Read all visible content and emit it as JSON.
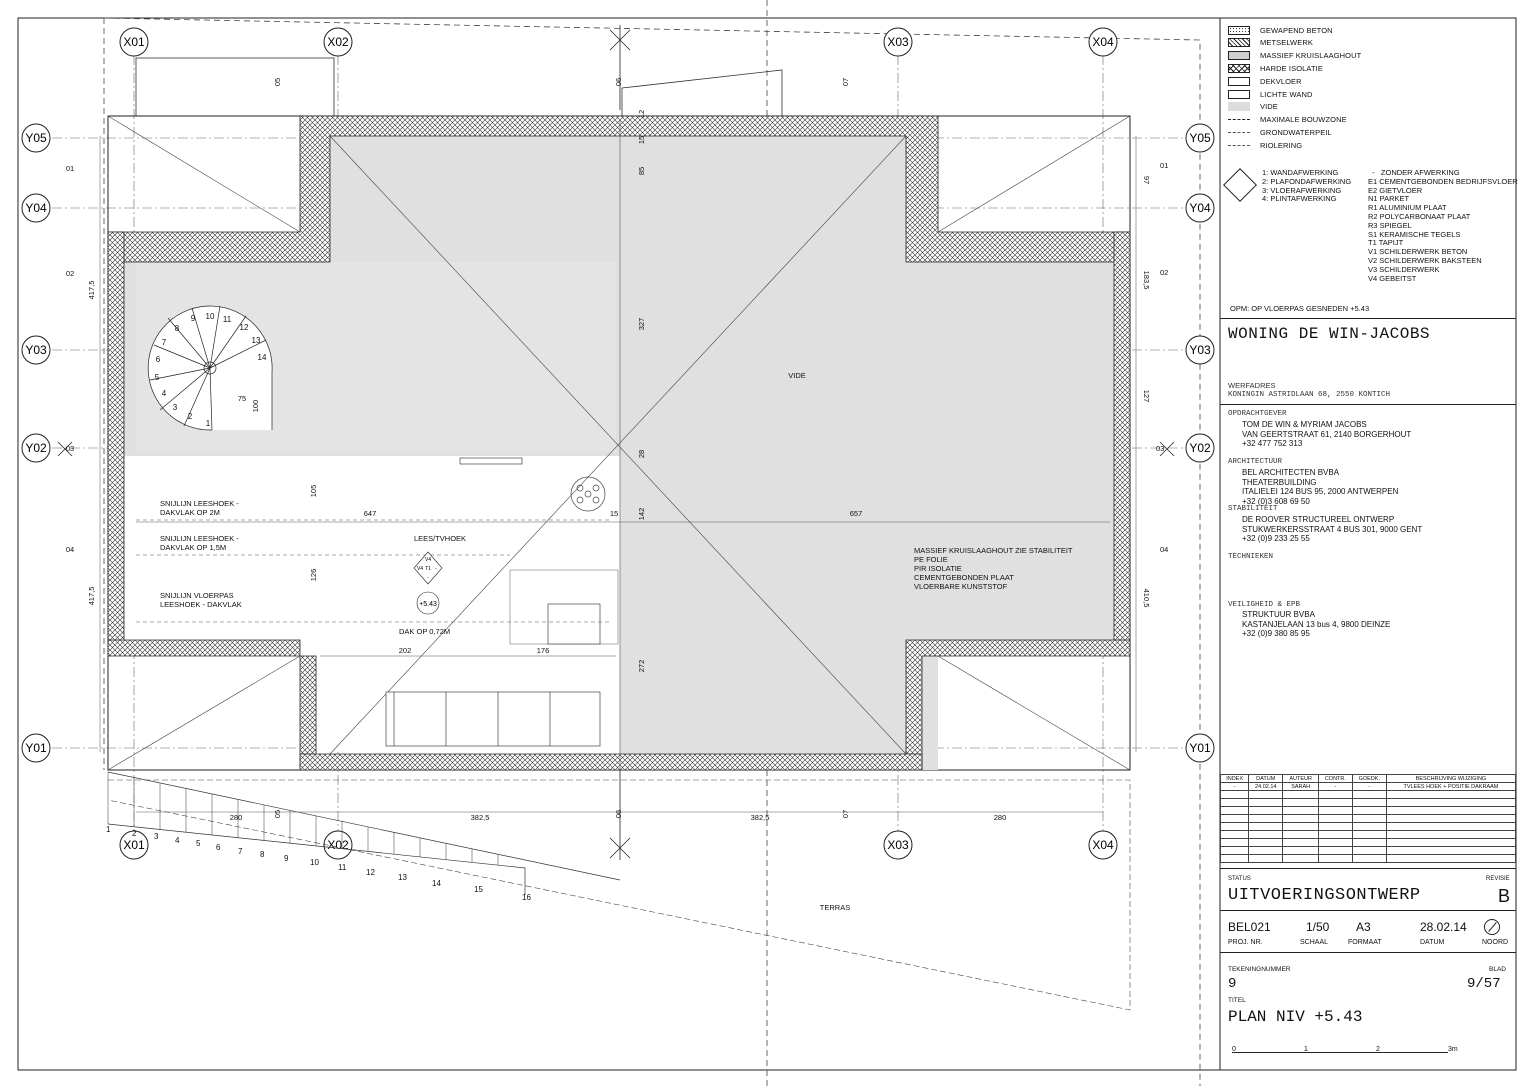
{
  "drawing": {
    "grid_x": [
      "X01",
      "X02",
      "X03",
      "X04"
    ],
    "grid_y": [
      "Y05",
      "Y04",
      "Y03",
      "Y02",
      "Y01"
    ],
    "rooms": {
      "vide": "VIDE",
      "lees_tvhoek": "LEES/TVHOEK",
      "terras": "TERRAS"
    },
    "notes": {
      "cut1": "SNIJLIJN  LEESHOEK -\nDAKVLAK OP 2M",
      "cut2": "SNIJLIJN  LEESHOEK -\nDAKVLAK OP 1,5M",
      "cut3": "SNIJLIJN VLOERPAS\nLEESHOEK - DAKVLAK",
      "dak": "DAK OP 0,72M",
      "level": "+5.43",
      "build_up": "MASSIEF KRUISLAAGHOUT ZIE STABILITEIT\nPE FOLIE\nPIR ISOLATIE\nCEMENTGEBONDEN PLAAT\nVLOERBARE KUNSTSTOF"
    },
    "dimensions": {
      "top_05": "05",
      "top_06": "06",
      "top_07": "07",
      "bot_280a": "280",
      "bot_05": "05",
      "bot_3825a": "382,5",
      "bot_06": "06",
      "bot_3825b": "382,5",
      "bot_07": "07",
      "bot_280b": "280",
      "left_01": "01",
      "left_02": "02",
      "left_03": "03",
      "left_04": "04",
      "left_4175a": "417,5",
      "left_4175b": "417,5",
      "right_01": "01",
      "right_02": "02",
      "right_03": "03",
      "right_04": "04",
      "right_97": "97",
      "right_1835": "183,5",
      "right_127": "127",
      "right_4105": "410,5",
      "mid_12": "12",
      "mid_15": "15",
      "mid_85": "85",
      "mid_327": "327",
      "mid_28": "28",
      "mid_142": "142",
      "mid_272": "272",
      "h_647": "647",
      "h_15": "15",
      "h_657": "657",
      "h_202": "202",
      "h_176": "176",
      "v_105": "105",
      "v_126": "126",
      "v_75": "75",
      "v_100": "100"
    },
    "stair_steps": [
      "1",
      "2",
      "3",
      "4",
      "5",
      "6",
      "7",
      "8",
      "9",
      "10",
      "11",
      "12",
      "13",
      "14"
    ],
    "terrace_steps": [
      "1",
      "2",
      "3",
      "4",
      "5",
      "6",
      "7",
      "8",
      "9",
      "10",
      "11",
      "12",
      "13",
      "14",
      "15",
      "16"
    ],
    "finish_tag": {
      "top": "V4",
      "left": "V4",
      "mid": "T1",
      "right": "-",
      "bottom": "-"
    }
  },
  "legend": {
    "items": [
      {
        "label": "GEWAPEND BETON",
        "swatch": "dots"
      },
      {
        "label": "METSELWERK",
        "swatch": "hatch"
      },
      {
        "label": "MASSIEF KRUISLAAGHOUT",
        "swatch": "dense"
      },
      {
        "label": "HARDE ISOLATIE",
        "swatch": "cross"
      },
      {
        "label": "DEKVLOER",
        "swatch": "plain"
      },
      {
        "label": "LICHTE WAND",
        "swatch": "plain"
      },
      {
        "label": "VIDE",
        "swatch": "grey"
      },
      {
        "label": "MAXIMALE BOUWZONE",
        "swatch": "dash"
      },
      {
        "label": "GRONDWATERPEIL",
        "swatch": "dashdot"
      },
      {
        "label": "RIOLERING",
        "swatch": "dashdot"
      }
    ],
    "finish_key": "1: WANDAFWERKING\n2: PLAFONDAFWERKING\n3: VLOERAFWERKING\n4: PLINTAFWERKING",
    "finish_codes": "  -   ZONDER AFWERKING\nE1 CEMENTGEBONDEN BEDRIJFSVLOER\nE2 GIETVLOER\nN1 PARKET\nR1 ALUMINIUM PLAAT\nR2 POLYCARBONAAT PLAAT\nR3 SPIEGEL\nS1 KERAMISCHE TEGELS\nT1 TAPIJT\nV1 SCHILDERWERK BETON\nV2 SCHILDERWERK BAKSTEEN\nV3 SCHILDERWERK\nV4 GEBEITST",
    "opm": "OPM: OP VLOERPAS GESNEDEN +5.43"
  },
  "title_block": {
    "project": "WONING DE WIN-JACOBS",
    "werfadres_label": "WERFADRES",
    "werfadres": "KONINGIN ASTRIDLAAN 68, 2550 KONTICH",
    "opdrachtgever_label": "OPDRACHTGEVER",
    "opdrachtgever": "TOM DE WIN & MYRIAM JACOBS\nVAN GEERTSTRAAT 61, 2140 BORGERHOUT\n+32 477 752 313",
    "architectuur_label": "ARCHITECTUUR",
    "architectuur": "BEL ARCHITECTEN BVBA\nTHEATERBUILDING\nITALIELEI 124 BUS 95, 2000 ANTWERPEN\n+32 (0)3 608 69 50",
    "stabiliteit_label": "STABILITEIT",
    "stabiliteit": "DE ROOVER STRUCTUREEL ONTWERP\nSTUKWERKERSSTRAAT 4 BUS 301, 9000 GENT\n+32 (0)9 233 25 55",
    "technieken_label": "TECHNIEKEN",
    "veiligheid_label": "VEILIGHEID & EPB",
    "veiligheid": "STRUKTUUR BVBA\nKASTANJELAAN 13 bus 4, 9800 DEINZE\n+32 (0)9 380 85 95",
    "revision_header": [
      "INDEX",
      "DATUM",
      "AUTEUR",
      "CONTR.",
      "GOEDK.",
      "BESCHRIJVING WIJZIGING"
    ],
    "revision_row": [
      "-",
      "24.02.14",
      "SARAH",
      "-",
      "-",
      "TVLEES HOEK + POSITIE DAKRAAM"
    ],
    "status_label": "STATUS",
    "revisie_label": "REVISIE",
    "status": "UITVOERINGSONTWERP",
    "revisie": "B",
    "proj_nr": "BEL021",
    "proj_nr_label": "PROJ. NR.",
    "schaal": "1/50",
    "schaal_label": "SCHAAL",
    "formaat": "A3",
    "formaat_label": "FORMAAT",
    "datum": "28.02.14",
    "datum_label": "DATUM",
    "noord_label": "NOORD",
    "tekeningnummer_label": "TEKENINGNUMMER",
    "tekeningnummer": "9",
    "blad_label": "BLAD",
    "blad": "9/57",
    "titel_label": "TITEL",
    "titel": "PLAN NIV +5.43",
    "scale_bar": [
      "0",
      "1",
      "2",
      "3m"
    ]
  }
}
